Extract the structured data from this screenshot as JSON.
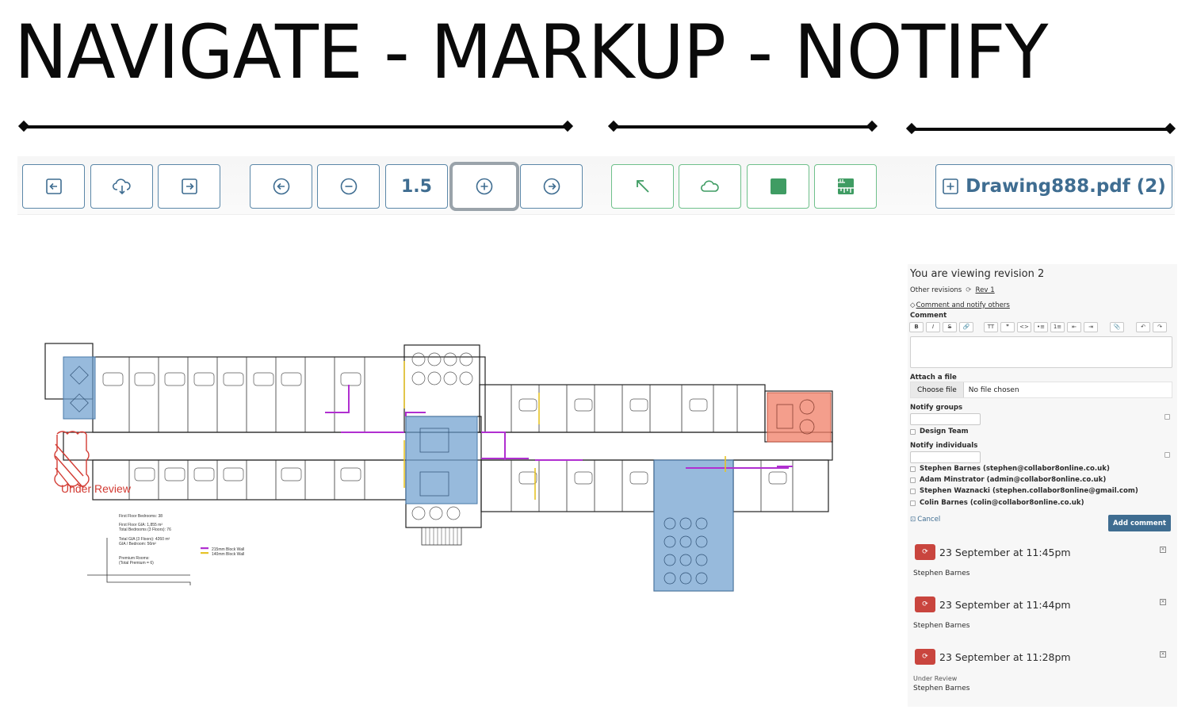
{
  "headline": "NAVIGATE - MARKUP - NOTIFY",
  "toolbar": {
    "zoom_value": "1.5",
    "file_label": "Drawing888.pdf (2)",
    "buttons": {
      "prev_page": "arrow-left-square-icon",
      "download": "cloud-download-icon",
      "next_page": "arrow-right-square-icon",
      "prev": "arrow-left-circle-icon",
      "zoom_out": "minus-circle-icon",
      "zoom_in": "plus-circle-icon",
      "next": "arrow-right-circle-icon",
      "arrow_tool": "arrow-upleft-icon",
      "cloud_tool": "cloud-icon",
      "rect_tool": "filled-square-icon",
      "measure_tool": "ruler-icon",
      "add_file": "plus-square-icon"
    },
    "colors": {
      "primary": "#3f6d91",
      "tool_green": "#3f9c63"
    }
  },
  "plan": {
    "markup_label": "Under Review",
    "notes": [
      "First Floor Bedrooms: 38",
      "First Floor GIA: 1,855 m²",
      "Total Bedrooms (3 Floors): 76",
      "Total GIA (3 Floors): 4260 m²",
      "GIA / Bedroom: 56m²",
      "Premium Rooms:",
      "(Total Premium = 6)"
    ],
    "legend": [
      "215mm Block Wall",
      "140mm Block Wall"
    ],
    "colors": {
      "blue_zone": "#6f9fcf",
      "red_zone": "#f07d66",
      "markup_red": "#d23a32",
      "purple_wall": "#b02fd0",
      "yellow_wall": "#e6c328"
    }
  },
  "panel": {
    "title": "You are viewing revision 2",
    "other_revisions_label": "Other revisions",
    "rev_link": "Rev 1",
    "comment_notify_link": "Comment and notify others",
    "comment_label": "Comment",
    "editor_tools": [
      "B",
      "I",
      "S",
      "🔗",
      "TT",
      "❞",
      "<>",
      "•≡",
      "1≡",
      "⇤",
      "⇥",
      "📎",
      "↶",
      "↷"
    ],
    "attach_label": "Attach a file",
    "choose_file": "Choose file",
    "no_file": "No file chosen",
    "notify_groups_label": "Notify groups",
    "groups": [
      "Design Team"
    ],
    "notify_individuals_label": "Notify individuals",
    "individuals": [
      "Stephen Barnes (stephen@collabor8online.co.uk)",
      "Adam Minstrator (admin@collabor8online.co.uk)",
      "Stephen Waznacki (stephen.collabor8online@gmail.com)",
      "Colin Barnes (colin@collabor8online.co.uk)"
    ],
    "cancel_label": "Cancel",
    "add_comment_label": "Add comment",
    "comments": [
      {
        "time": "23 September at 11:45pm",
        "status": "",
        "author": "Stephen Barnes"
      },
      {
        "time": "23 September at 11:44pm",
        "status": "",
        "author": "Stephen Barnes"
      },
      {
        "time": "23 September at 11:28pm",
        "status": "Under Review",
        "author": "Stephen Barnes"
      }
    ]
  }
}
